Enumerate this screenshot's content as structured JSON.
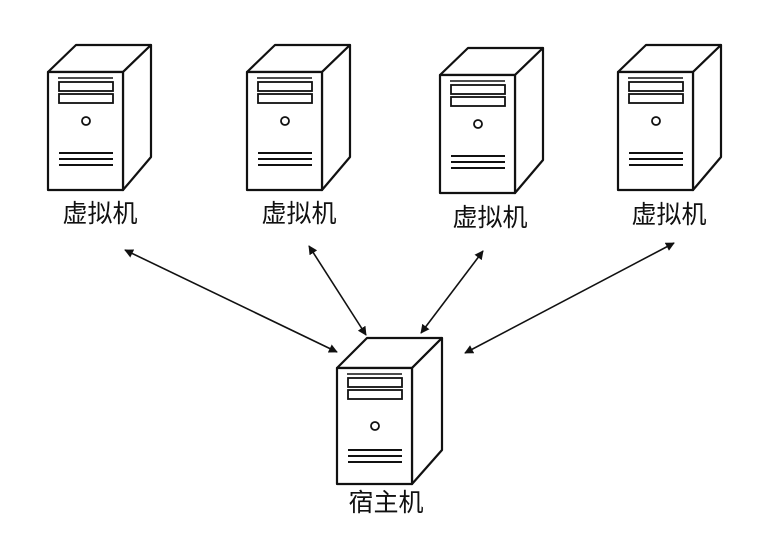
{
  "diagram": {
    "virtual_machines": [
      {
        "label": "虚拟机"
      },
      {
        "label": "虚拟机"
      },
      {
        "label": "虚拟机"
      },
      {
        "label": "虚拟机"
      }
    ],
    "host": {
      "label": "宿主机"
    },
    "connections": [
      {
        "from": "虚拟机",
        "to": "宿主机",
        "direction": "bidirectional"
      },
      {
        "from": "虚拟机",
        "to": "宿主机",
        "direction": "bidirectional"
      },
      {
        "from": "虚拟机",
        "to": "宿主机",
        "direction": "bidirectional"
      },
      {
        "from": "虚拟机",
        "to": "宿主机",
        "direction": "bidirectional"
      }
    ],
    "icons": {
      "virtual_machine": "server-tower-icon",
      "host": "server-tower-icon"
    },
    "colors": {
      "line": "#111111",
      "background": "#ffffff"
    }
  }
}
